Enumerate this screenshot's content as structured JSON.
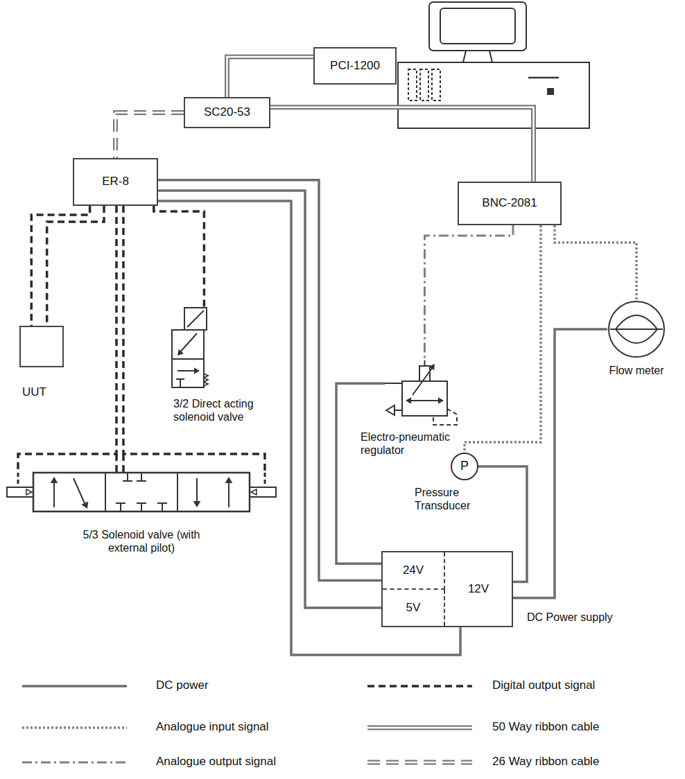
{
  "diagram": {
    "nodes": [
      {
        "text": [
          "PCI-1200"
        ]
      },
      {
        "text": [
          "SC20-53"
        ]
      },
      {
        "text": [
          "ER-8"
        ]
      },
      {
        "text": [
          "BNC-2081"
        ]
      },
      {
        "text": [
          "UUT"
        ]
      },
      {
        "text": [
          "3/2 Direct acting solenoid valve"
        ]
      },
      {
        "text": [
          "Electro-pneumatic regulator"
        ]
      },
      {
        "text": [
          "Flow meter"
        ]
      },
      {
        "text": [
          "P",
          "Pressure Transducer"
        ]
      },
      {
        "text": [
          "5/3 Solenoid valve (with external pilot)"
        ]
      },
      {
        "text": [
          "DC Power supply"
        ]
      },
      {
        "text": [
          "24V"
        ],
        "in": 10
      },
      {
        "text": [
          "12V"
        ],
        "in": 10
      },
      {
        "text": [
          "5V"
        ],
        "in": 10
      }
    ],
    "edges": [
      {
        "from": 0,
        "to": 1,
        "arrow": "none"
      },
      {
        "from": 1,
        "to": 2,
        "arrow": "none"
      },
      {
        "from": 1,
        "to": 3,
        "arrow": "none"
      },
      {
        "from": 2,
        "to": 4,
        "arrow": "none"
      },
      {
        "from": 2,
        "to": 4,
        "arrow": "none"
      },
      {
        "from": 2,
        "to": 5,
        "arrow": "none"
      },
      {
        "from": 2,
        "to": 9,
        "arrow": "none"
      },
      {
        "from": 2,
        "to": 9,
        "arrow": "none"
      },
      {
        "from": 2,
        "to": 11,
        "arrow": "none"
      },
      {
        "from": 2,
        "to": 13,
        "arrow": "none"
      },
      {
        "from": 2,
        "to": 10,
        "arrow": "none"
      },
      {
        "from": 3,
        "to": 6,
        "arrow": "none"
      },
      {
        "from": 3,
        "to": 8,
        "arrow": "none"
      },
      {
        "from": 3,
        "to": 7,
        "arrow": "none"
      },
      {
        "from": 6,
        "to": 11,
        "arrow": "none"
      },
      {
        "from": 8,
        "to": 12,
        "arrow": "none"
      },
      {
        "from": 7,
        "to": 12,
        "arrow": "none"
      }
    ],
    "legend": [
      {
        "text": "DC power"
      },
      {
        "text": "Digital output signal"
      },
      {
        "text": "Analogue input signal"
      },
      {
        "text": "50 Way ribbon cable"
      },
      {
        "text": "Analogue output signal"
      },
      {
        "text": "26 Way ribbon cable"
      }
    ]
  }
}
